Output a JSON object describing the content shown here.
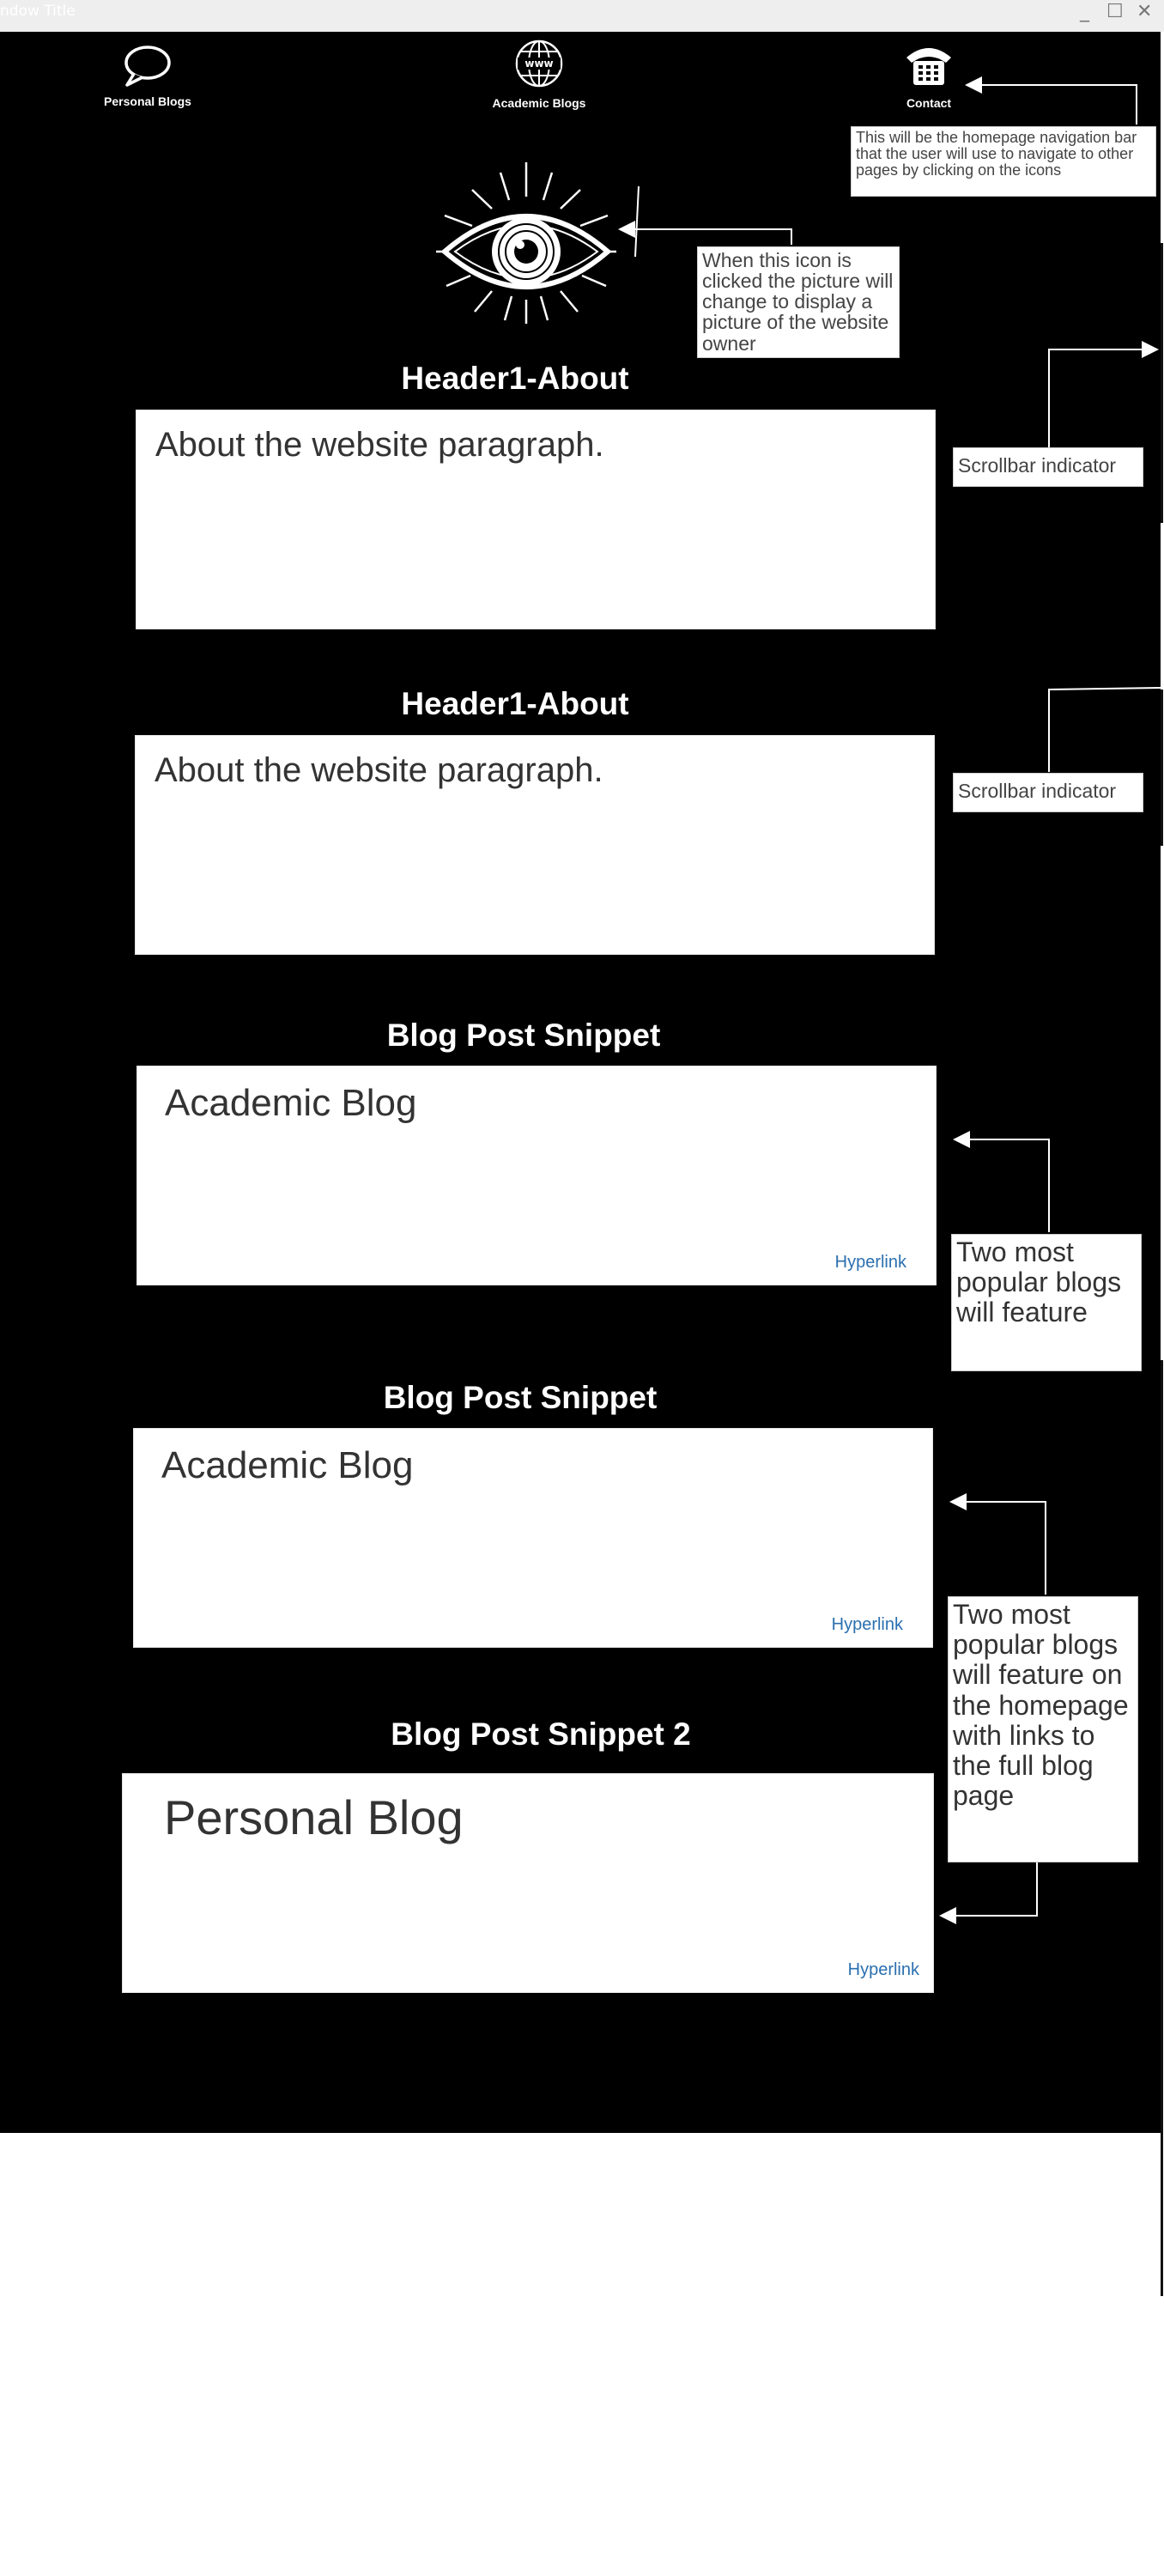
{
  "window": {
    "title": "ndow Title",
    "controls": [
      "_",
      "☐",
      "✕"
    ]
  },
  "nav": {
    "items": [
      {
        "label": "Personal Blogs",
        "icon": "speech-bubble-icon"
      },
      {
        "label": "Academic Blogs",
        "icon": "globe-www-icon"
      },
      {
        "label": "Contact",
        "icon": "telephone-icon"
      }
    ]
  },
  "annotations": {
    "nav_note": "This will be the homepage navigation bar that the user will use to navigate to other pages by clicking on the icons",
    "eye_note": "When this icon is clicked the picture will change to display a picture of the website owner",
    "scrollbar_1": "Scrollbar indicator",
    "scrollbar_2": "Scrollbar indicator",
    "popular_1": "Two most popular blogs will feature",
    "popular_2": "Two most popular blogs will feature on the homepage with links to the full blog page"
  },
  "sections": {
    "about_1": {
      "heading": "Header1-About",
      "paragraph": "About the website paragraph."
    },
    "about_2": {
      "heading": "Header1-About",
      "paragraph": "About the website paragraph."
    },
    "blog_1": {
      "heading": "Blog Post Snippet",
      "title": "Academic Blog",
      "link": "Hyperlink"
    },
    "blog_2": {
      "heading": "Blog Post Snippet",
      "title": "Academic Blog",
      "link": "Hyperlink"
    },
    "blog_3": {
      "heading": "Blog Post Snippet 2",
      "title": "Personal Blog",
      "link": "Hyperlink"
    }
  },
  "colors": {
    "background": "#000000",
    "text_on_dark": "#ffffff",
    "box": "#ffffff",
    "link": "#2a6fb0",
    "body_text": "#333333"
  },
  "icons": {
    "logo": "eye-icon"
  }
}
